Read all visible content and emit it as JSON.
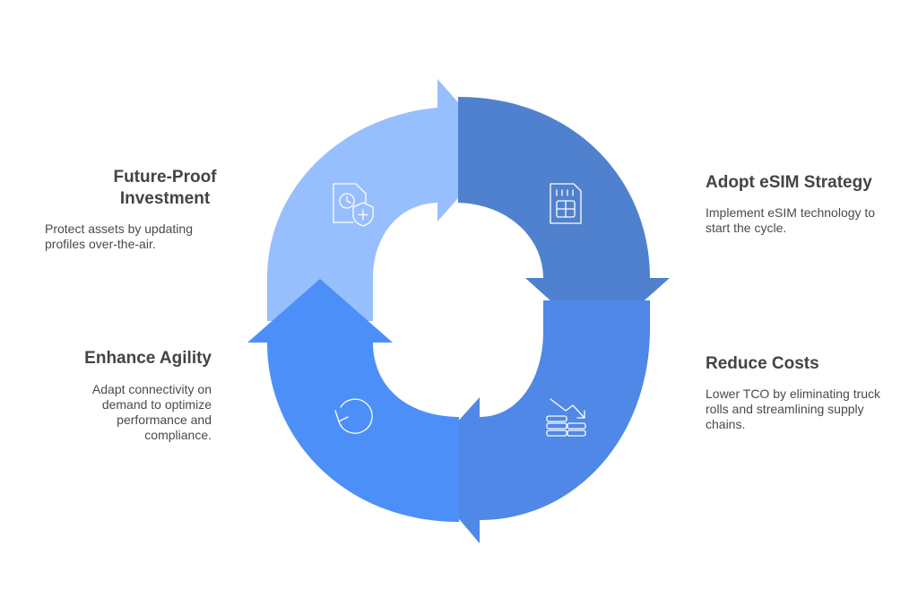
{
  "steps": [
    {
      "id": "adopt",
      "title": "Adopt eSIM Strategy",
      "description": "Implement eSIM technology to start the cycle.",
      "icon": "sim-card-icon",
      "color": "#5081CE"
    },
    {
      "id": "reduce",
      "title": "Reduce Costs",
      "description": "Lower TCO by eliminating truck rolls and streamlining supply chains.",
      "icon": "cost-down-coins-icon",
      "color": "#4F88E6"
    },
    {
      "id": "agility",
      "title": "Enhance Agility",
      "description": "Adapt connectivity on demand to optimize performance and compliance.",
      "icon": "refresh-arrow-icon",
      "color": "#4D8FF8"
    },
    {
      "id": "future",
      "title": "Future-Proof Investment",
      "description": "Protect assets by updating profiles over-the-air.",
      "icon": "document-shield-icon",
      "color": "#98BFFD"
    }
  ]
}
